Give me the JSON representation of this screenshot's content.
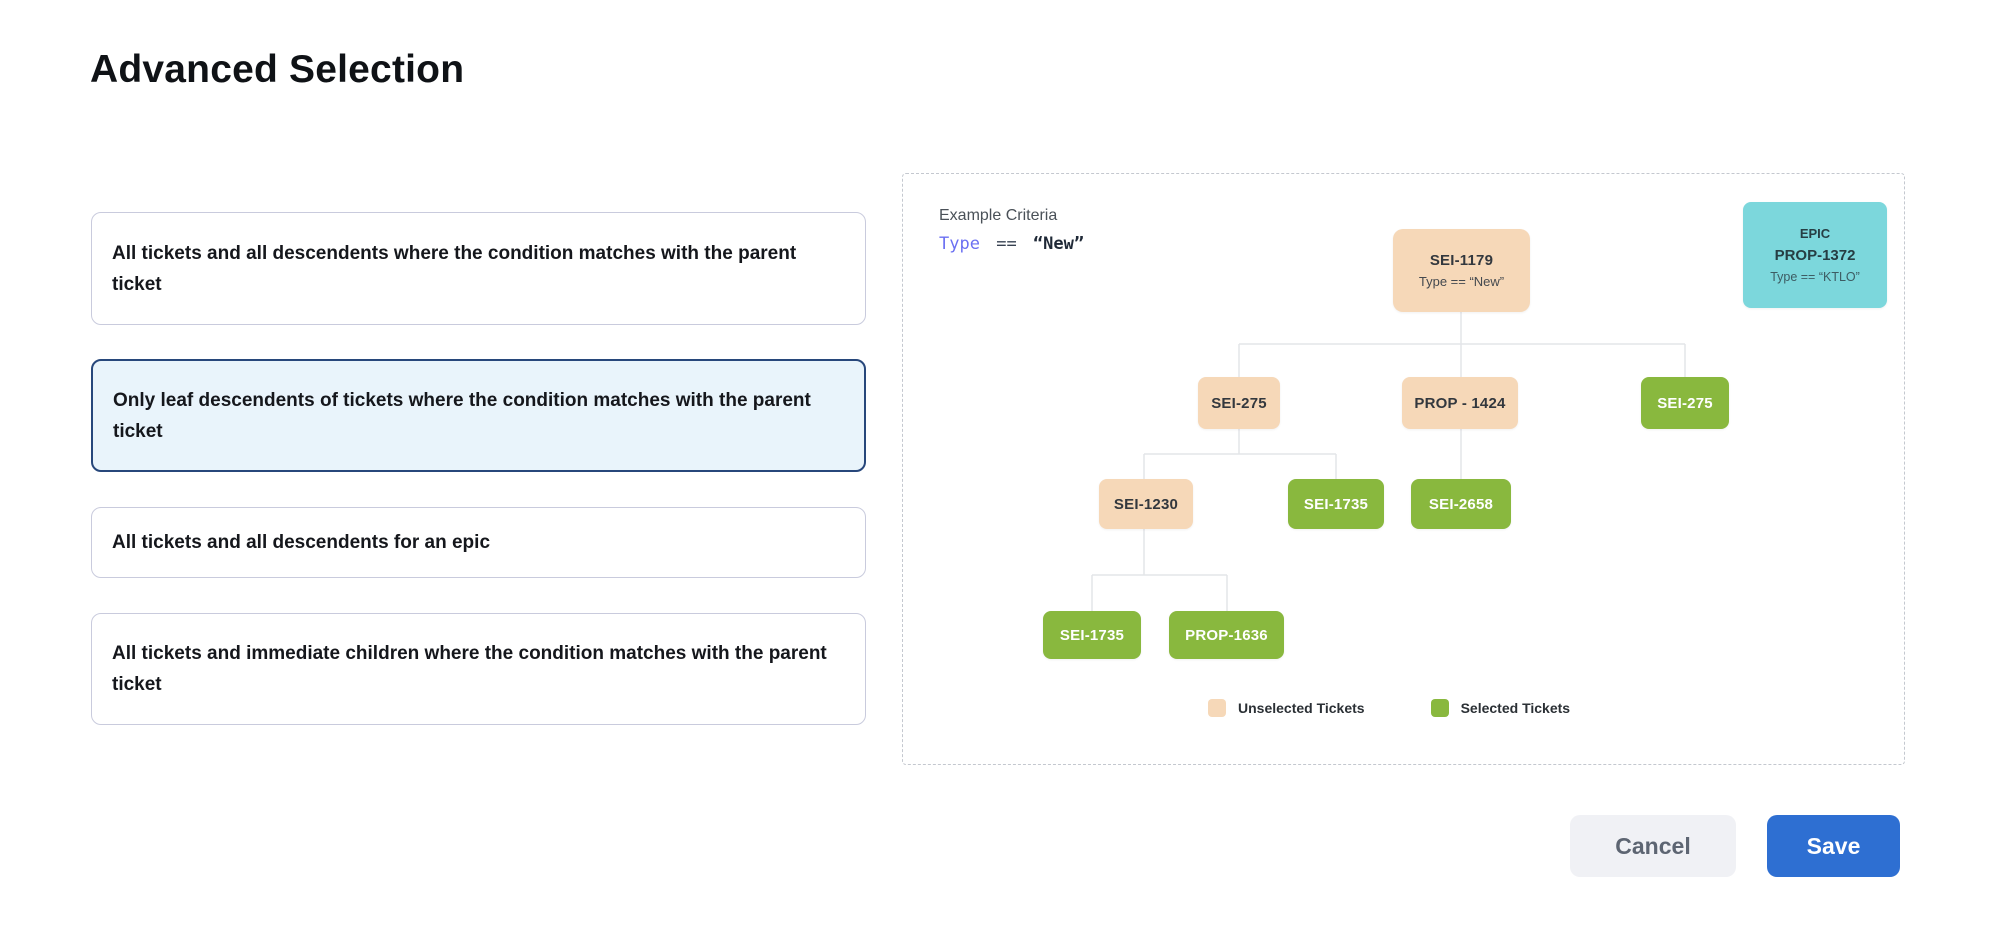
{
  "page": {
    "title": "Advanced Selection"
  },
  "options": [
    {
      "label": "All tickets and all descendents where the condition matches with the parent ticket",
      "selected": false
    },
    {
      "label": "Only leaf descendents of tickets where the condition matches with the parent ticket",
      "selected": true
    },
    {
      "label": "All tickets and all descendents for an epic",
      "selected": false
    },
    {
      "label": "All tickets and immediate children where the condition matches with the parent ticket",
      "selected": false
    }
  ],
  "example": {
    "heading": "Example Criteria",
    "criteria": {
      "field": "Type",
      "operator": "==",
      "value": "“New”"
    },
    "epic_card": {
      "type_label": "EPIC",
      "id": "PROP-1372",
      "condition": "Type == “KTLO”"
    },
    "tree": {
      "nodes": [
        {
          "id": "root",
          "label": "SEI-1179",
          "condition": "Type == “New”",
          "state": "unselected"
        },
        {
          "id": "l2a",
          "label": "SEI-275",
          "state": "unselected"
        },
        {
          "id": "l2b",
          "label": "PROP - 1424",
          "state": "unselected"
        },
        {
          "id": "l2c",
          "label": "SEI-275",
          "state": "selected"
        },
        {
          "id": "l3a",
          "label": "SEI-1230",
          "state": "unselected"
        },
        {
          "id": "l3b",
          "label": "SEI-1735",
          "state": "selected"
        },
        {
          "id": "l3c",
          "label": "SEI-2658",
          "state": "selected"
        },
        {
          "id": "l4a",
          "label": "SEI-1735",
          "state": "selected"
        },
        {
          "id": "l4b",
          "label": "PROP-1636",
          "state": "selected"
        }
      ]
    },
    "legend": [
      {
        "label": "Unselected Tickets",
        "color": "#f6d8b8"
      },
      {
        "label": "Selected Tickets",
        "color": "#89b83e"
      }
    ]
  },
  "footer": {
    "cancel_label": "Cancel",
    "save_label": "Save"
  },
  "colors": {
    "unselected_ticket": "#f6d8b8",
    "selected_ticket": "#89b83e",
    "epic_card": "#7cd7dc",
    "selected_option_border": "#27477b",
    "selected_option_bg": "#e9f4fb",
    "save_button": "#2e6fd2",
    "criteria_field": "#6b70f2"
  }
}
